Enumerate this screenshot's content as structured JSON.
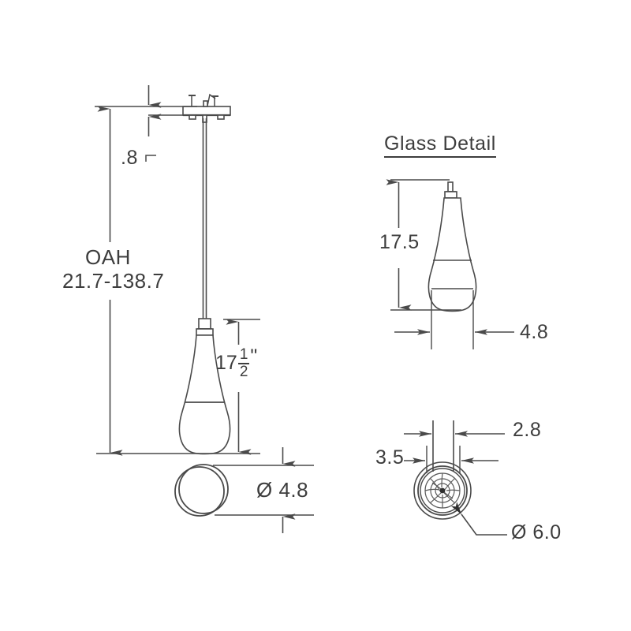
{
  "drawing": {
    "title": "Pendant Light Technical Drawing",
    "line_color": "#4a4a4a",
    "text_color": "#3d3d3d",
    "background_color": "#ffffff"
  },
  "main_view": {
    "name": "elevation-view",
    "oah_label": "OAH",
    "oah_range": "21.7-138.7",
    "canopy_height": ".8",
    "glass_height_whole": "17",
    "glass_height_numerator": "1",
    "glass_height_denominator": "2",
    "glass_height_unit": "\"",
    "plan_diameter": "Ø 4.8"
  },
  "glass_detail": {
    "name": "glass-detail-view",
    "title": "Glass Detail",
    "height": "17.5",
    "width": "4.8"
  },
  "socket_detail": {
    "name": "socket-detail-view",
    "dim_top": "2.8",
    "dim_left": "3.5",
    "diameter": "Ø 6.0"
  }
}
